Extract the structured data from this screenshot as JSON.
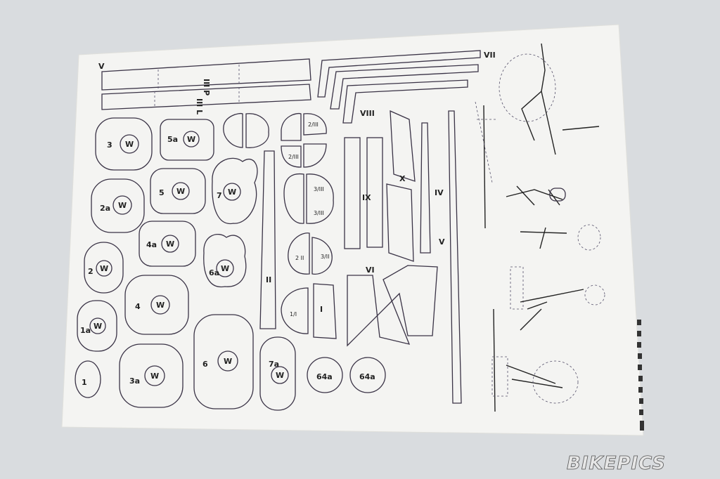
{
  "photo": {
    "subject": "paper model aircraft cutout template sheet",
    "background_color": "#d9dcdf",
    "paper_color": "#f4f4f2",
    "ink_color": "#3a3346"
  },
  "watermark": {
    "text": "BIKEPICS"
  },
  "labels": {
    "wing_left": "V",
    "spar_top": "III P",
    "spar_bottom": "III L",
    "strut_vii": "VII",
    "strut_viii": "VIII",
    "former_3": "3",
    "former_5a": "5a",
    "former_2a": "2a",
    "former_5": "5",
    "former_7": "7",
    "former_4a": "4a",
    "former_2": "2",
    "former_6a": "6a",
    "former_4": "4",
    "former_1a": "1a",
    "former_6": "6",
    "former_3a": "3a",
    "former_1": "1",
    "former_7a": "7a",
    "former_64a_1": "64a",
    "former_64a_2": "64a",
    "w": "W",
    "part_ii": "II",
    "part_i": "I",
    "part_ix": "IX",
    "part_x": "X",
    "part_iv": "IV",
    "part_v": "V",
    "part_vi": "VI",
    "frac_2iii_a": "2/III",
    "frac_2iii_b": "2/III",
    "frac_3iii_a": "3/III",
    "frac_3iii_b": "3/III",
    "frac_2ii": "2 II",
    "frac_3ii": "3/II",
    "frac_1i": "1/I"
  }
}
